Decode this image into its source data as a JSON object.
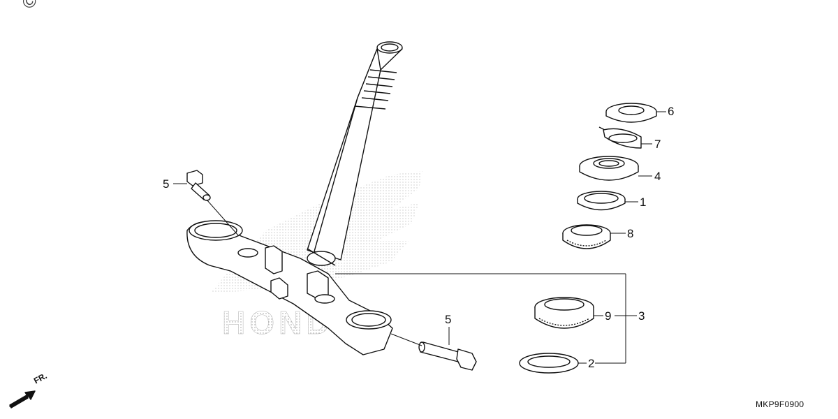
{
  "watermark": {
    "copyright_text": "© Pa",
    "brand_text": "HONDA"
  },
  "callouts": {
    "c6": "6",
    "c7": "7",
    "c4": "4",
    "c1": "1",
    "c8": "8",
    "c9": "9",
    "c3": "3",
    "c2": "2",
    "c5_left": "5",
    "c5_bottom": "5"
  },
  "front_indicator": {
    "label": "FR."
  },
  "diagram_code": "MKP9F0900",
  "colors": {
    "line": "#111111",
    "watermark": "#9a9a9a"
  }
}
